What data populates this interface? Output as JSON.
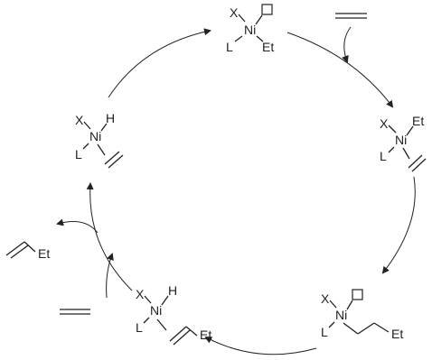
{
  "atoms": {
    "x": "X",
    "l": "L",
    "ni": "Ni",
    "h": "H",
    "et": "Et"
  }
}
